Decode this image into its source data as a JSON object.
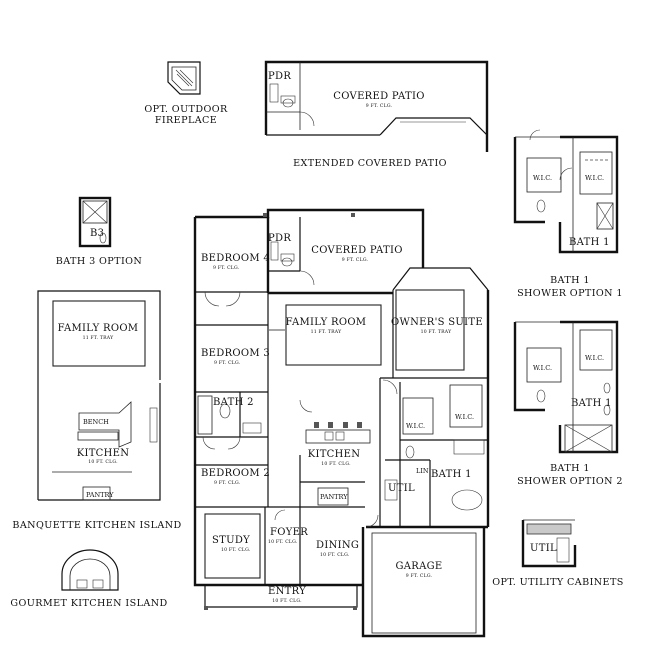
{
  "rooms": {
    "bedroom4": {
      "name": "BEDROOM 4",
      "ceiling": "9 FT. CLG."
    },
    "pdr_main": {
      "name": "PDR"
    },
    "covered_patio_main": {
      "name": "COVERED PATIO",
      "ceiling": "9 FT. CLG."
    },
    "bedroom3": {
      "name": "BEDROOM 3",
      "ceiling": "9 FT. CLG."
    },
    "family_room_main": {
      "name": "FAMILY ROOM",
      "ceiling": "11 FT. TRAY"
    },
    "owners_suite": {
      "name": "OWNER'S SUITE",
      "ceiling": "10 FT. TRAY"
    },
    "bath2": {
      "name": "BATH 2"
    },
    "wic_main_a": {
      "name": "W.I.C."
    },
    "wic_main_b": {
      "name": "W.I.C."
    },
    "kitchen_main": {
      "name": "KITCHEN",
      "ceiling": "10 FT. CLG."
    },
    "bedroom2": {
      "name": "BEDROOM 2",
      "ceiling": "9 FT. CLG."
    },
    "lin": {
      "name": "LIN"
    },
    "bath1_main": {
      "name": "BATH 1"
    },
    "util_main": {
      "name": "UTIL"
    },
    "pantry_main": {
      "name": "PANTRY"
    },
    "study": {
      "name": "STUDY",
      "ceiling": "10 FT. CLG."
    },
    "foyer": {
      "name": "FOYER",
      "ceiling": "10 FT. CLG."
    },
    "dining": {
      "name": "DINING",
      "ceiling": "10 FT. CLG."
    },
    "garage": {
      "name": "GARAGE",
      "ceiling": "9 FT. CLG."
    },
    "entry": {
      "name": "ENTRY",
      "ceiling": "10 FT. CLG."
    }
  },
  "options": {
    "outdoor_fireplace": {
      "line1": "OPT. OUTDOOR",
      "line2": "FIREPLACE"
    },
    "extended_patio": {
      "caption": "EXTENDED COVERED PATIO",
      "pdr": "PDR",
      "patio_name": "COVERED PATIO",
      "patio_ceiling": "9 FT. CLG."
    },
    "bath3": {
      "caption": "BATH 3 OPTION",
      "tag": "B3"
    },
    "bath1_shower1": {
      "line1": "BATH 1",
      "line2": "SHOWER OPTION 1",
      "room": "BATH 1",
      "wic_a": "W.I.C.",
      "wic_b": "W.I.C."
    },
    "bath1_shower2": {
      "line1": "BATH 1",
      "line2": "SHOWER OPTION 2",
      "room": "BATH 1",
      "wic_a": "W.I.C.",
      "wic_b": "W.I.C."
    },
    "banquette": {
      "caption": "BANQUETTE KITCHEN ISLAND",
      "family_room": "FAMILY ROOM",
      "family_ceiling": "11 FT. TRAY",
      "bench": "BENCH",
      "kitchen": "KITCHEN",
      "kitchen_ceiling": "10 FT. CLG.",
      "pantry": "PANTRY"
    },
    "gourmet": {
      "caption": "GOURMET KITCHEN ISLAND"
    },
    "utility_cabinets": {
      "caption": "OPT. UTILITY CABINETS",
      "util": "UTIL"
    }
  },
  "icons": [
    "toilet-icon",
    "sink-icon",
    "tub-icon",
    "shower-icon",
    "fireplace-icon",
    "door-swing-icon"
  ]
}
